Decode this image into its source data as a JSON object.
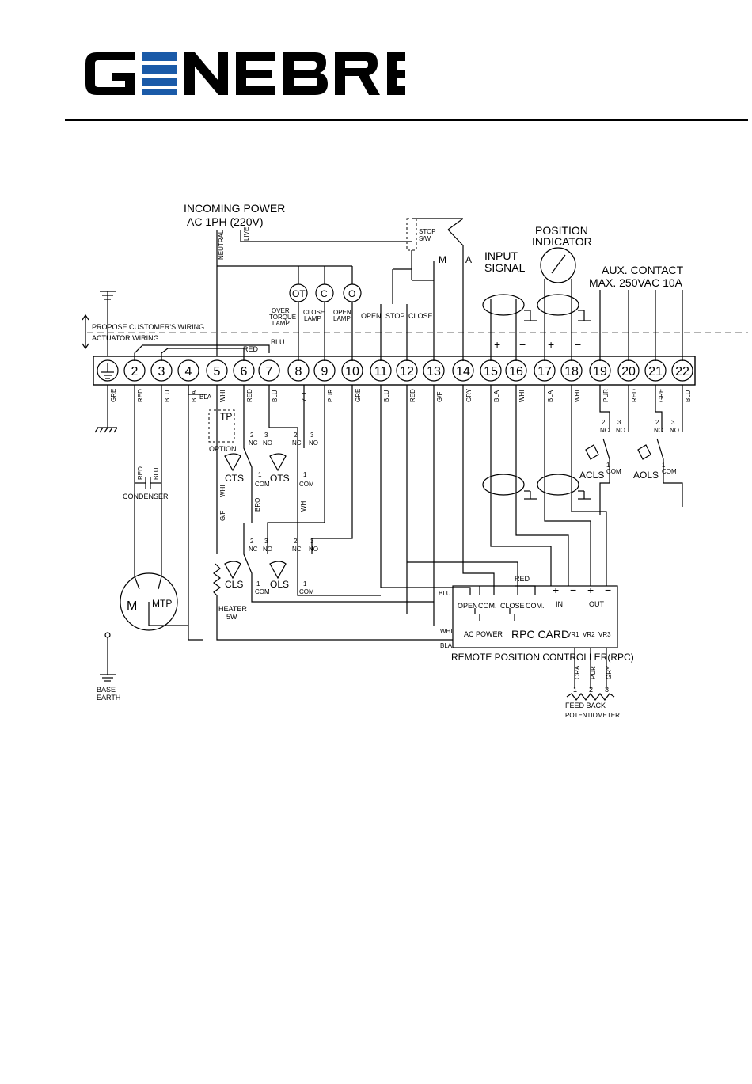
{
  "brand": {
    "name": "GENEBRE",
    "accent": "#1a5aa8",
    "ink": "#000000"
  },
  "power": {
    "title": "INCOMING POWER",
    "spec": "AC 1PH (220V)",
    "neutral": "NEUTRAL",
    "live": "LIVE"
  },
  "wiring": {
    "customer": "PROPOSE CUSTOMER'S WIRING",
    "actuator": "ACTUATOR WIRING"
  },
  "stop_switch": {
    "label1": "STOP",
    "label2": "S/W",
    "m": "M",
    "a": "A"
  },
  "input_signal": {
    "line1": "INPUT",
    "line2": "SIGNAL",
    "plus": "+",
    "minus": "−"
  },
  "position_indicator": {
    "line1": "POSITION",
    "line2": "INDICATOR",
    "plus": "+",
    "minus": "−"
  },
  "aux_contact": {
    "line1": "AUX. CONTACT",
    "line2": "MAX. 250VAC 10A"
  },
  "lamps": [
    {
      "symbol": "OT",
      "label": [
        "OVER",
        "TORQUE",
        "LAMP"
      ]
    },
    {
      "symbol": "C",
      "label": [
        "CLOSE",
        "LAMP"
      ]
    },
    {
      "symbol": "O",
      "label": [
        "OPEN",
        "LAMP"
      ]
    }
  ],
  "controls": {
    "open": "OPEN",
    "stop": "STOP",
    "close": "CLOSE"
  },
  "terminals": [
    "2",
    "3",
    "4",
    "5",
    "6",
    "7",
    "8",
    "9",
    "10",
    "11",
    "12",
    "13",
    "14",
    "15",
    "16",
    "17",
    "18",
    "19",
    "20",
    "21",
    "22"
  ],
  "bottom_colors": [
    "GRE",
    "RED",
    "BLU",
    "BLA",
    "WHI",
    "RED",
    "BLU",
    "YEL",
    "PUR",
    "GRE",
    "BLU",
    "RED",
    "G/F",
    "GRY",
    "BLA",
    "WHI",
    "BLA",
    "WHI",
    "PUR",
    "RED",
    "GRE",
    "BLU"
  ],
  "top_wires": {
    "red": "RED",
    "blu": "BLU",
    "bla": "BLA"
  },
  "tp": {
    "label": "TP",
    "option": "OPTION"
  },
  "switches": {
    "nc": "NC",
    "no": "NO",
    "com": "COM",
    "two": "2",
    "three": "3",
    "one": "1",
    "cts": "CTS",
    "ots": "OTS",
    "cls": "CLS",
    "ols": "OLS",
    "acls": "ACLS",
    "aols": "AOLS"
  },
  "condenser": {
    "label": "CONDENSER",
    "red": "RED",
    "blu": "BLU"
  },
  "motor": {
    "m": "M",
    "mtp": "MTP"
  },
  "heater": {
    "line1": "HEATER",
    "line2": "5W"
  },
  "wire_tags": {
    "whi": "WHI",
    "gf": "G/F",
    "bro": "BRO",
    "whi2": "WHI"
  },
  "base_earth": {
    "line1": "BASE",
    "line2": "EARTH"
  },
  "rpc": {
    "card": "RPC CARD",
    "title": "REMOTE POSITION CONTROLLER(RPC)",
    "open": "OPEN",
    "com1": "COM.",
    "close": "CLOSE",
    "com2": "COM.",
    "ac_power": "AC POWER",
    "in": "IN",
    "out": "OUT",
    "plus": "+",
    "minus": "−",
    "blu": "BLU",
    "red": "RED",
    "whi": "WHI",
    "bla": "BLA",
    "vr1": "VR1",
    "vr2": "VR2",
    "vr3": "VR3"
  },
  "feedback": {
    "colors": [
      "ORA",
      "PUR",
      "GRY"
    ],
    "nums": [
      "1",
      "2",
      "3"
    ],
    "line1": "FEED BACK",
    "line2": "POTENTIOMETER"
  }
}
